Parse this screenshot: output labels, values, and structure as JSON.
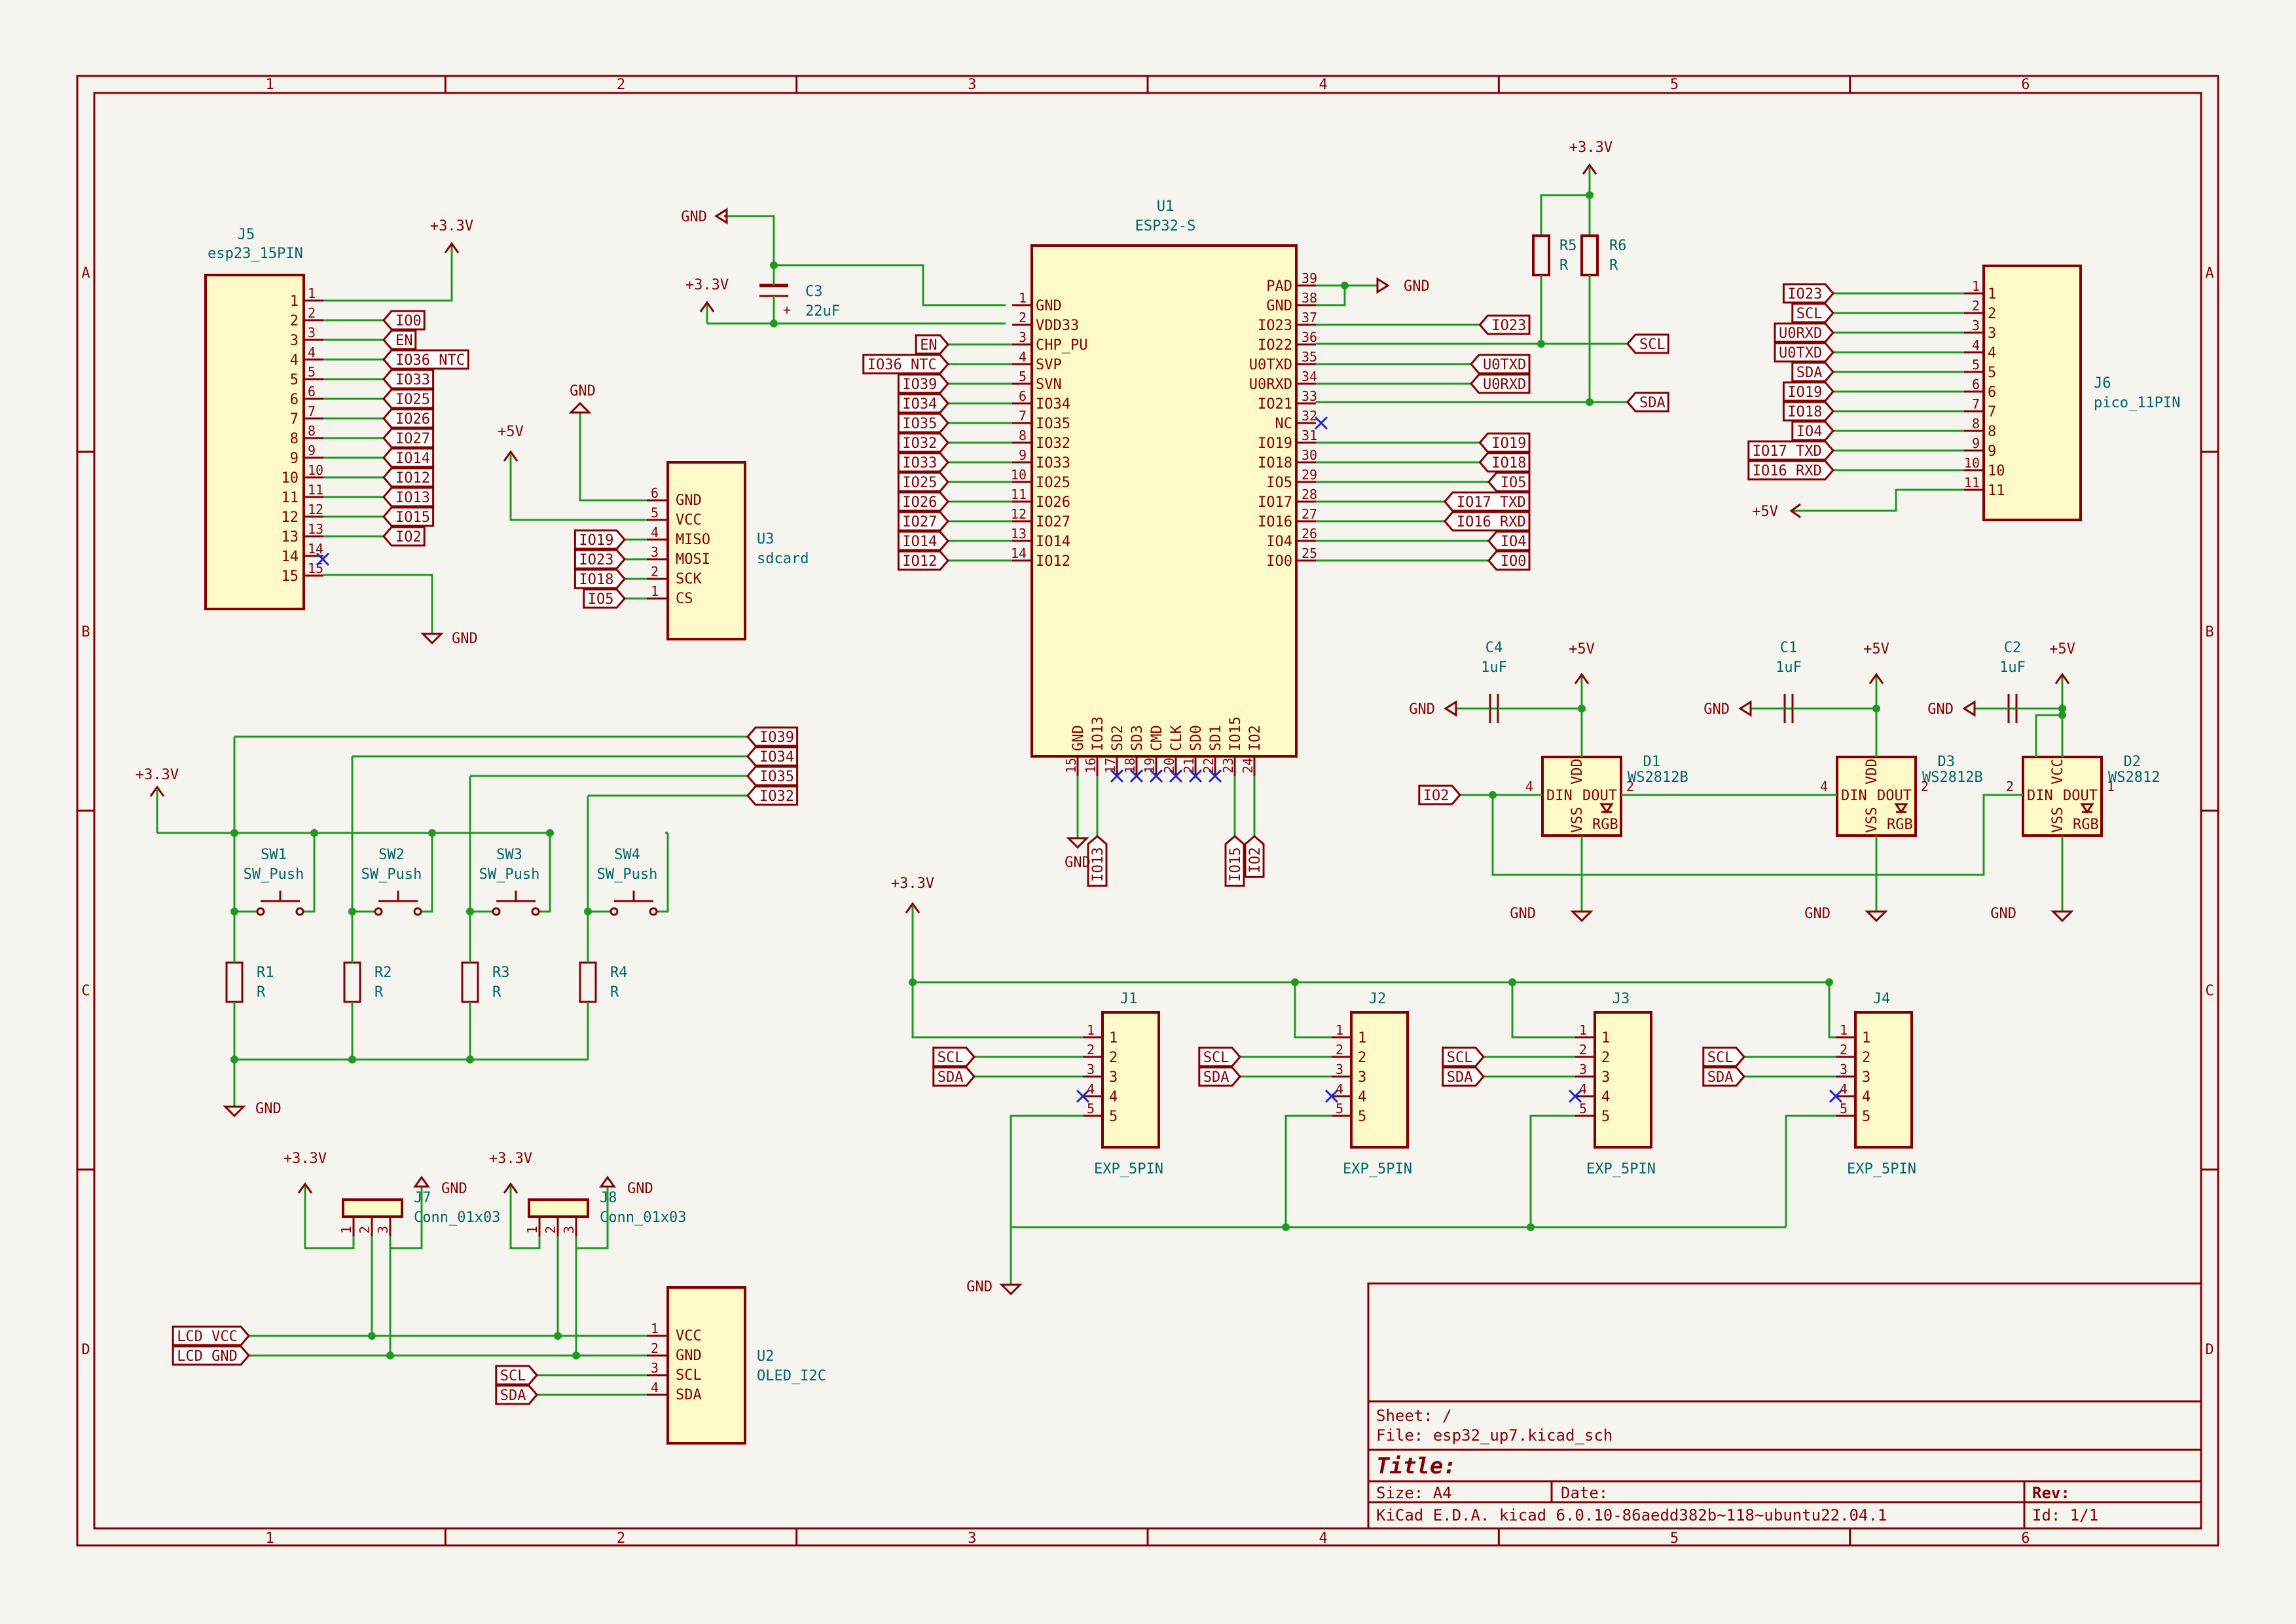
{
  "title_block": {
    "sheet": "Sheet: /",
    "file": "File: esp32_up7.kicad_sch",
    "title": "Title:",
    "size": "Size: A4",
    "date": "Date:",
    "rev": "Rev:",
    "tool": "KiCad E.D.A.  kicad 6.0.10-86aedd382b~118~ubuntu22.04.1",
    "id": "Id: 1/1"
  },
  "grid": {
    "cols": [
      "1",
      "2",
      "3",
      "4",
      "5",
      "6"
    ],
    "rows": [
      "A",
      "B",
      "C",
      "D"
    ]
  },
  "u1": {
    "ref": "U1",
    "value": "ESP32-S",
    "left_pins": [
      {
        "n": "1",
        "name": "GND"
      },
      {
        "n": "2",
        "name": "VDD33"
      },
      {
        "n": "3",
        "name": "CHP_PU"
      },
      {
        "n": "4",
        "name": "SVP"
      },
      {
        "n": "5",
        "name": "SVN"
      },
      {
        "n": "6",
        "name": "IO34"
      },
      {
        "n": "7",
        "name": "IO35"
      },
      {
        "n": "8",
        "name": "IO32"
      },
      {
        "n": "9",
        "name": "IO33"
      },
      {
        "n": "10",
        "name": "IO25"
      },
      {
        "n": "11",
        "name": "IO26"
      },
      {
        "n": "12",
        "name": "IO27"
      },
      {
        "n": "13",
        "name": "IO14"
      },
      {
        "n": "14",
        "name": "IO12"
      }
    ],
    "left_labels": [
      "EN",
      "IO36_NTC",
      "IO39",
      "IO34",
      "IO35",
      "IO32",
      "IO33",
      "IO25",
      "IO26",
      "IO27",
      "IO14",
      "IO12"
    ],
    "right_pins": [
      {
        "n": "39",
        "name": "PAD"
      },
      {
        "n": "38",
        "name": "GND"
      },
      {
        "n": "37",
        "name": "IO23"
      },
      {
        "n": "36",
        "name": "IO22"
      },
      {
        "n": "35",
        "name": "U0TXD"
      },
      {
        "n": "34",
        "name": "U0RXD"
      },
      {
        "n": "33",
        "name": "IO21"
      },
      {
        "n": "32",
        "name": "NC"
      },
      {
        "n": "31",
        "name": "IO19"
      },
      {
        "n": "30",
        "name": "IO18"
      },
      {
        "n": "29",
        "name": "IO5"
      },
      {
        "n": "28",
        "name": "IO17"
      },
      {
        "n": "27",
        "name": "IO16"
      },
      {
        "n": "26",
        "name": "IO4"
      },
      {
        "n": "25",
        "name": "IO0"
      }
    ],
    "right_labels": [
      "IO23",
      "U0TXD",
      "U0RXD",
      "IO19",
      "IO18",
      "IO5",
      "IO17_TXD",
      "IO16_RXD",
      "IO4",
      "IO0"
    ],
    "bottom_pins": [
      {
        "n": "15",
        "name": "GND"
      },
      {
        "n": "16",
        "name": "IO13"
      },
      {
        "n": "17",
        "name": "SD2"
      },
      {
        "n": "18",
        "name": "SD3"
      },
      {
        "n": "19",
        "name": "CMD"
      },
      {
        "n": "20",
        "name": "CLK"
      },
      {
        "n": "21",
        "name": "SD0"
      },
      {
        "n": "22",
        "name": "SD1"
      },
      {
        "n": "23",
        "name": "IO15"
      },
      {
        "n": "24",
        "name": "IO2"
      }
    ],
    "bottom_labels": [
      "IO13",
      "IO15",
      "IO2"
    ]
  },
  "j5": {
    "ref": "J5",
    "value": "esp23_15PIN",
    "pins": [
      "1",
      "2",
      "3",
      "4",
      "5",
      "6",
      "7",
      "8",
      "9",
      "10",
      "11",
      "12",
      "13",
      "14",
      "15"
    ],
    "labels": [
      "IO0",
      "EN",
      "IO36_NTC",
      "IO33",
      "IO25",
      "IO26",
      "IO27",
      "IO14",
      "IO12",
      "IO13",
      "IO15",
      "IO2"
    ]
  },
  "j6": {
    "ref": "J6",
    "value": "pico_11PIN",
    "pins": [
      "1",
      "2",
      "3",
      "4",
      "5",
      "6",
      "7",
      "8",
      "9",
      "10",
      "11"
    ],
    "labels": [
      "IO23",
      "SCL",
      "U0RXD",
      "U0TXD",
      "SDA",
      "IO19",
      "IO18",
      "IO4",
      "IO17_TXD",
      "IO16_RXD"
    ]
  },
  "u3": {
    "ref": "U3",
    "value": "sdcard",
    "pins": [
      {
        "n": "6",
        "name": "GND"
      },
      {
        "n": "5",
        "name": "VCC"
      },
      {
        "n": "4",
        "name": "MISO"
      },
      {
        "n": "3",
        "name": "MOSI"
      },
      {
        "n": "2",
        "name": "SCK"
      },
      {
        "n": "1",
        "name": "CS"
      }
    ],
    "labels": [
      "IO19",
      "IO23",
      "IO18",
      "IO5"
    ]
  },
  "u2": {
    "ref": "U2",
    "value": "OLED_I2C",
    "pins": [
      {
        "n": "1",
        "name": "VCC"
      },
      {
        "n": "2",
        "name": "GND"
      },
      {
        "n": "3",
        "name": "SCL"
      },
      {
        "n": "4",
        "name": "SDA"
      }
    ],
    "labels": [
      "LCD_VCC",
      "LCD_GND",
      "SCL",
      "SDA"
    ]
  },
  "c3": {
    "ref": "C3",
    "value": "22uF",
    "plus": "+"
  },
  "r5": {
    "ref": "R5",
    "value": "R"
  },
  "r6": {
    "ref": "R6",
    "value": "R"
  },
  "i2c_labels": [
    "SCL",
    "SDA"
  ],
  "switches": [
    {
      "ref": "SW1",
      "value": "SW_Push",
      "r": "R1",
      "rv": "R",
      "net": "IO39"
    },
    {
      "ref": "SW2",
      "value": "SW_Push",
      "r": "R2",
      "rv": "R",
      "net": "IO34"
    },
    {
      "ref": "SW3",
      "value": "SW_Push",
      "r": "R3",
      "rv": "R",
      "net": "IO35"
    },
    {
      "ref": "SW4",
      "value": "SW_Push",
      "r": "R4",
      "rv": "R",
      "net": "IO32"
    }
  ],
  "leds": [
    {
      "ref": "D1",
      "value": "WS2812B",
      "cref": "C4",
      "cval": "1uF"
    },
    {
      "ref": "D3",
      "value": "WS2812B",
      "cref": "C1",
      "cval": "1uF"
    },
    {
      "ref": "D2",
      "value": "WS2812",
      "cref": "C2",
      "cval": "1uF"
    }
  ],
  "led_pins": {
    "vdd": "VDD",
    "vcc": "VCC",
    "vss": "VSS",
    "din": "DIN",
    "dout": "DOUT",
    "rgb": "RGB",
    "in_label": "IO2"
  },
  "exps": [
    {
      "ref": "J1",
      "value": "EXP_5PIN"
    },
    {
      "ref": "J2",
      "value": "EXP_5PIN"
    },
    {
      "ref": "J3",
      "value": "EXP_5PIN"
    },
    {
      "ref": "J4",
      "value": "EXP_5PIN"
    }
  ],
  "exp_pins": [
    "1",
    "2",
    "3",
    "4",
    "5"
  ],
  "conn3": [
    {
      "ref": "J7",
      "value": "Conn_01x03"
    },
    {
      "ref": "J8",
      "value": "Conn_01x03"
    }
  ],
  "conn3_pins": [
    "1",
    "2",
    "3"
  ],
  "power": {
    "v33": "+3.3V",
    "v5": "+5V",
    "gnd": "GND"
  },
  "colors": {
    "wire": "#1f9a1f",
    "symbol": "#840000",
    "body_fill": "#fefbc9",
    "text": "#006464",
    "noconnect": "#2222cc",
    "paper": "#f5f4ef"
  }
}
